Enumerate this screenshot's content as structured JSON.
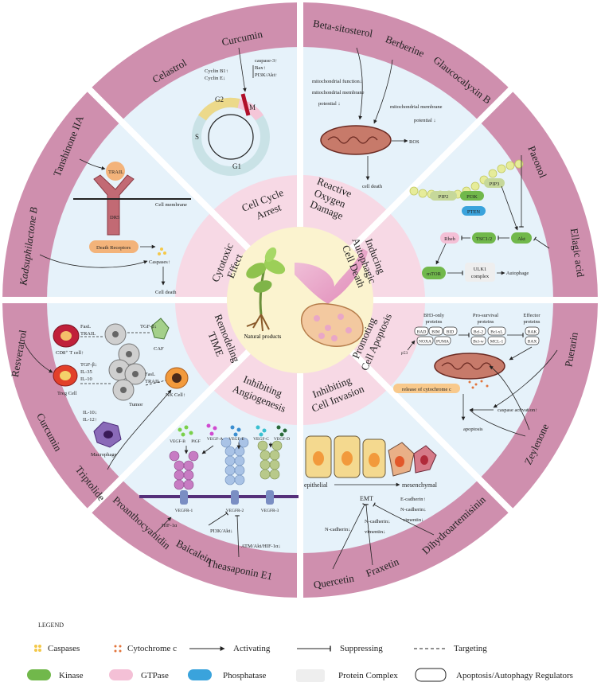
{
  "center": {
    "label": "Natural products"
  },
  "mechanisms": [
    {
      "lines": [
        "Cell Cycle",
        "Arrest"
      ]
    },
    {
      "lines": [
        "Reactive",
        "Oxygen",
        "Damage"
      ]
    },
    {
      "lines": [
        "Inducing",
        "Autophagic",
        "Cell Death"
      ]
    },
    {
      "lines": [
        "Promoting",
        "Cell Apoptosis"
      ]
    },
    {
      "lines": [
        "Inhibiting",
        "Cell Invasion"
      ]
    },
    {
      "lines": [
        "Inhibiting",
        "Angiogenesis"
      ]
    },
    {
      "lines": [
        "Remodeling",
        "TIME"
      ]
    },
    {
      "lines": [
        "Cytotoxic",
        "Effect"
      ]
    }
  ],
  "compounds": {
    "cell_cycle": [
      "Curcumin",
      "Celastrol"
    ],
    "ros": [
      "Beta-sitosterol",
      "Berberine",
      "Glaucocalyxin B"
    ],
    "autophagy": [
      "Paeonol",
      "Ellagic acid"
    ],
    "apoptosis": [
      "Puerarin",
      "Zeylenone"
    ],
    "invasion": [
      "Dihydroartemisinin",
      "Fraxetin",
      "Quercetin"
    ],
    "angiogenesis": [
      "Theasaponin E1",
      "Baicalein",
      "Proanthocyanidin"
    ],
    "time": [
      "Resveratrol",
      "Curcumin",
      "Triptolide"
    ],
    "cytotoxic": [
      "Tanshinone IIA",
      "Kadsuphilactone B"
    ]
  },
  "cell_cycle": {
    "up1": "caspase-3↑",
    "up2": "Bax↑",
    "up3": "PI3K/Akt↑",
    "cyclins1": "Cyclin B1↑",
    "cyclins2": "Cyclin E↓",
    "g2": "G2",
    "m": "M",
    "s": "S",
    "g1": "G1"
  },
  "ros": {
    "t1": "mitochondrial function↓",
    "t2": "mitochondrial membrane",
    "t3": "potential ↓",
    "t4": "mitochondrial membrane",
    "t5": "potential ↓",
    "ros": "ROS",
    "death": "cell death"
  },
  "autophagy": {
    "pip2": "PIP2",
    "pip3": "PIP3",
    "pi3k": "PI3K",
    "pten": "PTEN",
    "akt": "Akt",
    "tsc": "TSC1/2",
    "rheb": "Rheb",
    "mtor": "mTOR",
    "ulk1": "ULK1",
    "ulk2": "complex",
    "autophage": "Autophage"
  },
  "apoptosis": {
    "bh3a": "BH3-only",
    "bh3b": "proteins",
    "prosa": "Pro-survival",
    "prosb": "proteins",
    "effa": "Effector",
    "effb": "proteins",
    "bad": "BAD",
    "bim": "BIM",
    "bid": "BID",
    "noxa": "NOXA",
    "puma": "PUMA",
    "bcl2": "Bcl-2",
    "bclw": "Bcl-w",
    "bclxl": "Bcl-xL",
    "mcl1": "MCL-1",
    "bak": "BAK",
    "bax": "BAX",
    "p53": "p53",
    "cytc": "release of cytochrome c",
    "casp": "caspase activation↑",
    "apoptosis": "apoptosis"
  },
  "invasion": {
    "epithelial": "epithelial",
    "mesenchymal": "mesenchymal",
    "emt": "EMT",
    "ecad": "E-cadherin↑",
    "ncad1": "N-cadherin↓",
    "vim1": "vimentin↓",
    "ncad2": "N-cadherin↓",
    "vim2": "vimentin↓",
    "ncad3": "N-cadherin↓"
  },
  "angiogenesis": {
    "vegfb": "VEGF-B",
    "plgf": "PlGF",
    "vegfa": "VEGF-A",
    "vegfe": "VEGF-E",
    "vegfc": "VEGF-C",
    "vegfd": "VEGF-D",
    "vegfr1": "VEGFR-1",
    "vegfr2": "VEGFR-2",
    "vegfr3": "VEGFR-3",
    "hif": "HIF-1α",
    "pi3k": "PI3K/Akt↓",
    "atm": "ATM/Akt/HIF-1α↓"
  },
  "time": {
    "fasl1": "FasL",
    "trail1": "TRAIL",
    "cd8": "CD8⁺ T cell↑",
    "tgfb1": "TGF-β↓",
    "caf": "CAF",
    "treg": "Treg Cell",
    "tgfb2": "TGF-β↓",
    "il35": "IL-35",
    "il10": "IL-10",
    "fasl2": "FasL",
    "trail2": "TRAIL",
    "nk": "NK Cell↑",
    "tumor": "Tumor",
    "il10b": "IL-10↓",
    "il12": "IL-12↑",
    "macro": "Macrophage"
  },
  "cytotoxic": {
    "trail": "TRAIL",
    "membrane": "Cell membrane",
    "dr5": "DR5",
    "death_receptors": "Death Receptors",
    "caspases": "Caspases↑",
    "death": "Cell death"
  },
  "legend": {
    "title": "LEGEND",
    "items": [
      "Caspases",
      "Cytochrome c",
      "Activating",
      "Suppressing",
      "Targeting",
      "Kinase",
      "GTPase",
      "Phosphatase",
      "Protein Complex",
      "Apoptosis/Autophagy Regulators"
    ]
  },
  "colors": {
    "outer_ring": "#cf8fae",
    "inner_panel": "#e6f2fa",
    "mech_ring": "#f7d9e5",
    "center": "#fbf3cf",
    "kinase": "#71b84b",
    "gtpase": "#f4c0d6",
    "phosphatase": "#3aa3dc",
    "complex": "#eeeeee"
  }
}
